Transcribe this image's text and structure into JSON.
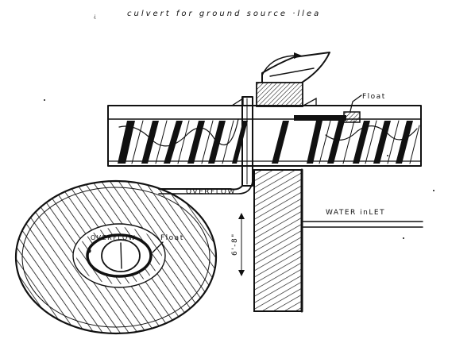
{
  "title": "culvert for ground source ·llea",
  "labels": {
    "float_top": "Float",
    "overflow": "OVERFLOW",
    "water_inlet": "WATER inLET",
    "depth": "6'-8\"",
    "overflow_small": "OVERFLOW",
    "float_small": "Float"
  }
}
